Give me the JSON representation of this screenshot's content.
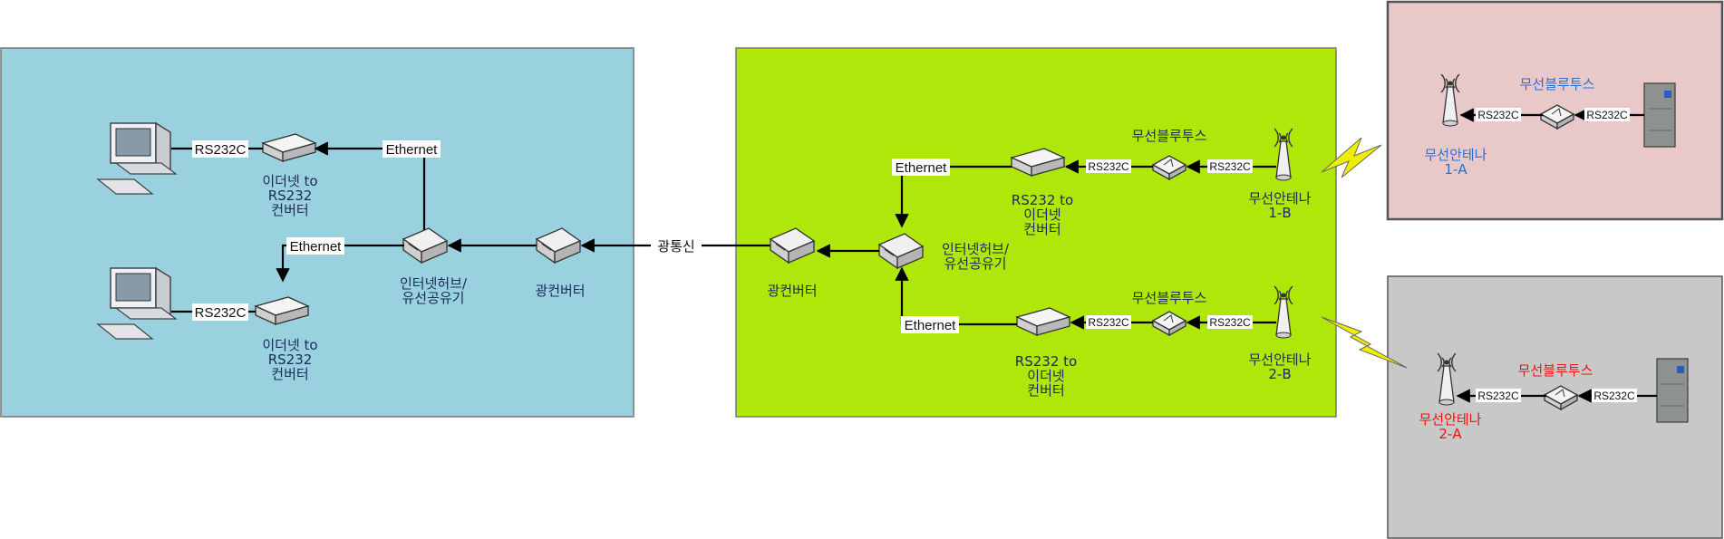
{
  "colors": {
    "panel_blue": "#9ad1df",
    "panel_green": "#b0e70b",
    "panel_pink": "#e8c8c8",
    "panel_gray": "#c8c8c8",
    "label_navy": "#1a2a5a",
    "label_blue": "#2a6fd0",
    "label_red": "#ee1111",
    "bolt": "#eeee00"
  },
  "left": {
    "top_converter": "이더넷 to RS232 컨버터",
    "bottom_converter": "이더넷 to RS232 컨버터",
    "rs232_top": "RS232C",
    "rs232_bottom": "RS232C",
    "ethernet_top": "Ethernet",
    "ethernet_bottom": "Ethernet",
    "hub": "인터넷허브/ 유선공유기",
    "optical": "광컨버터"
  },
  "link": "광통신",
  "middle": {
    "optical": "광컨버터",
    "hub": "인터넷허브/ 유선공유기",
    "ethernet_top": "Ethernet",
    "ethernet_bottom": "Ethernet",
    "converter_top": "RS232 to 이더넷 컨버터",
    "converter_bottom": "RS232 to 이더넷 컨버터",
    "rs232_1": "RS232C",
    "rs232_2": "RS232C",
    "rs232_3": "RS232C",
    "rs232_4": "RS232C",
    "bt_top": "무선블루투스",
    "bt_bottom": "무선블루투스",
    "antenna_top": "무선안테나 1-B",
    "antenna_bottom": "무선안테나 2-B"
  },
  "right_top": {
    "bt": "무선블루투스",
    "rs232_a": "RS232C",
    "rs232_b": "RS232C",
    "antenna": "무선안테나 1-A"
  },
  "right_bottom": {
    "bt": "무선블루투스",
    "rs232_a": "RS232C",
    "rs232_b": "RS232C",
    "antenna": "무선안테나 2-A"
  }
}
